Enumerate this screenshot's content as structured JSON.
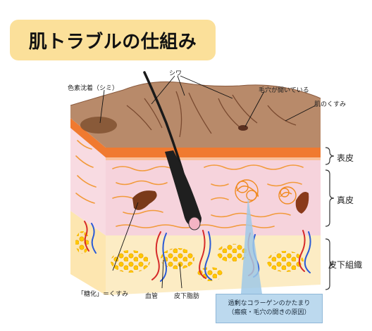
{
  "title": "肌トラブルの仕組み",
  "labels": {
    "stain": "色素沈着（シミ）",
    "wrinkle": "シワ",
    "open_pores": "毛穴が開いている",
    "dullness": "肌のくすみ",
    "glycation": "「糖化」＝くすみ",
    "blood_vessel": "血管",
    "subcutaneous_fat": "皮下脂肪"
  },
  "layers": {
    "epidermis": "表皮",
    "dermis": "真皮",
    "subcutaneous": "皮下組織"
  },
  "callout": {
    "line1": "過剰なコラーゲンのかたまり",
    "line2": "（瘢痕・毛穴の開きの原因）"
  },
  "colors": {
    "title_bg": "#fbe09a",
    "skin_surface": "#b88a6a",
    "epidermis": "#f07a30",
    "dermis": "#f6d3dc",
    "fibers": "#f29a3a",
    "fat": "#ffd31a",
    "callout_bg": "#bcd9ee"
  }
}
